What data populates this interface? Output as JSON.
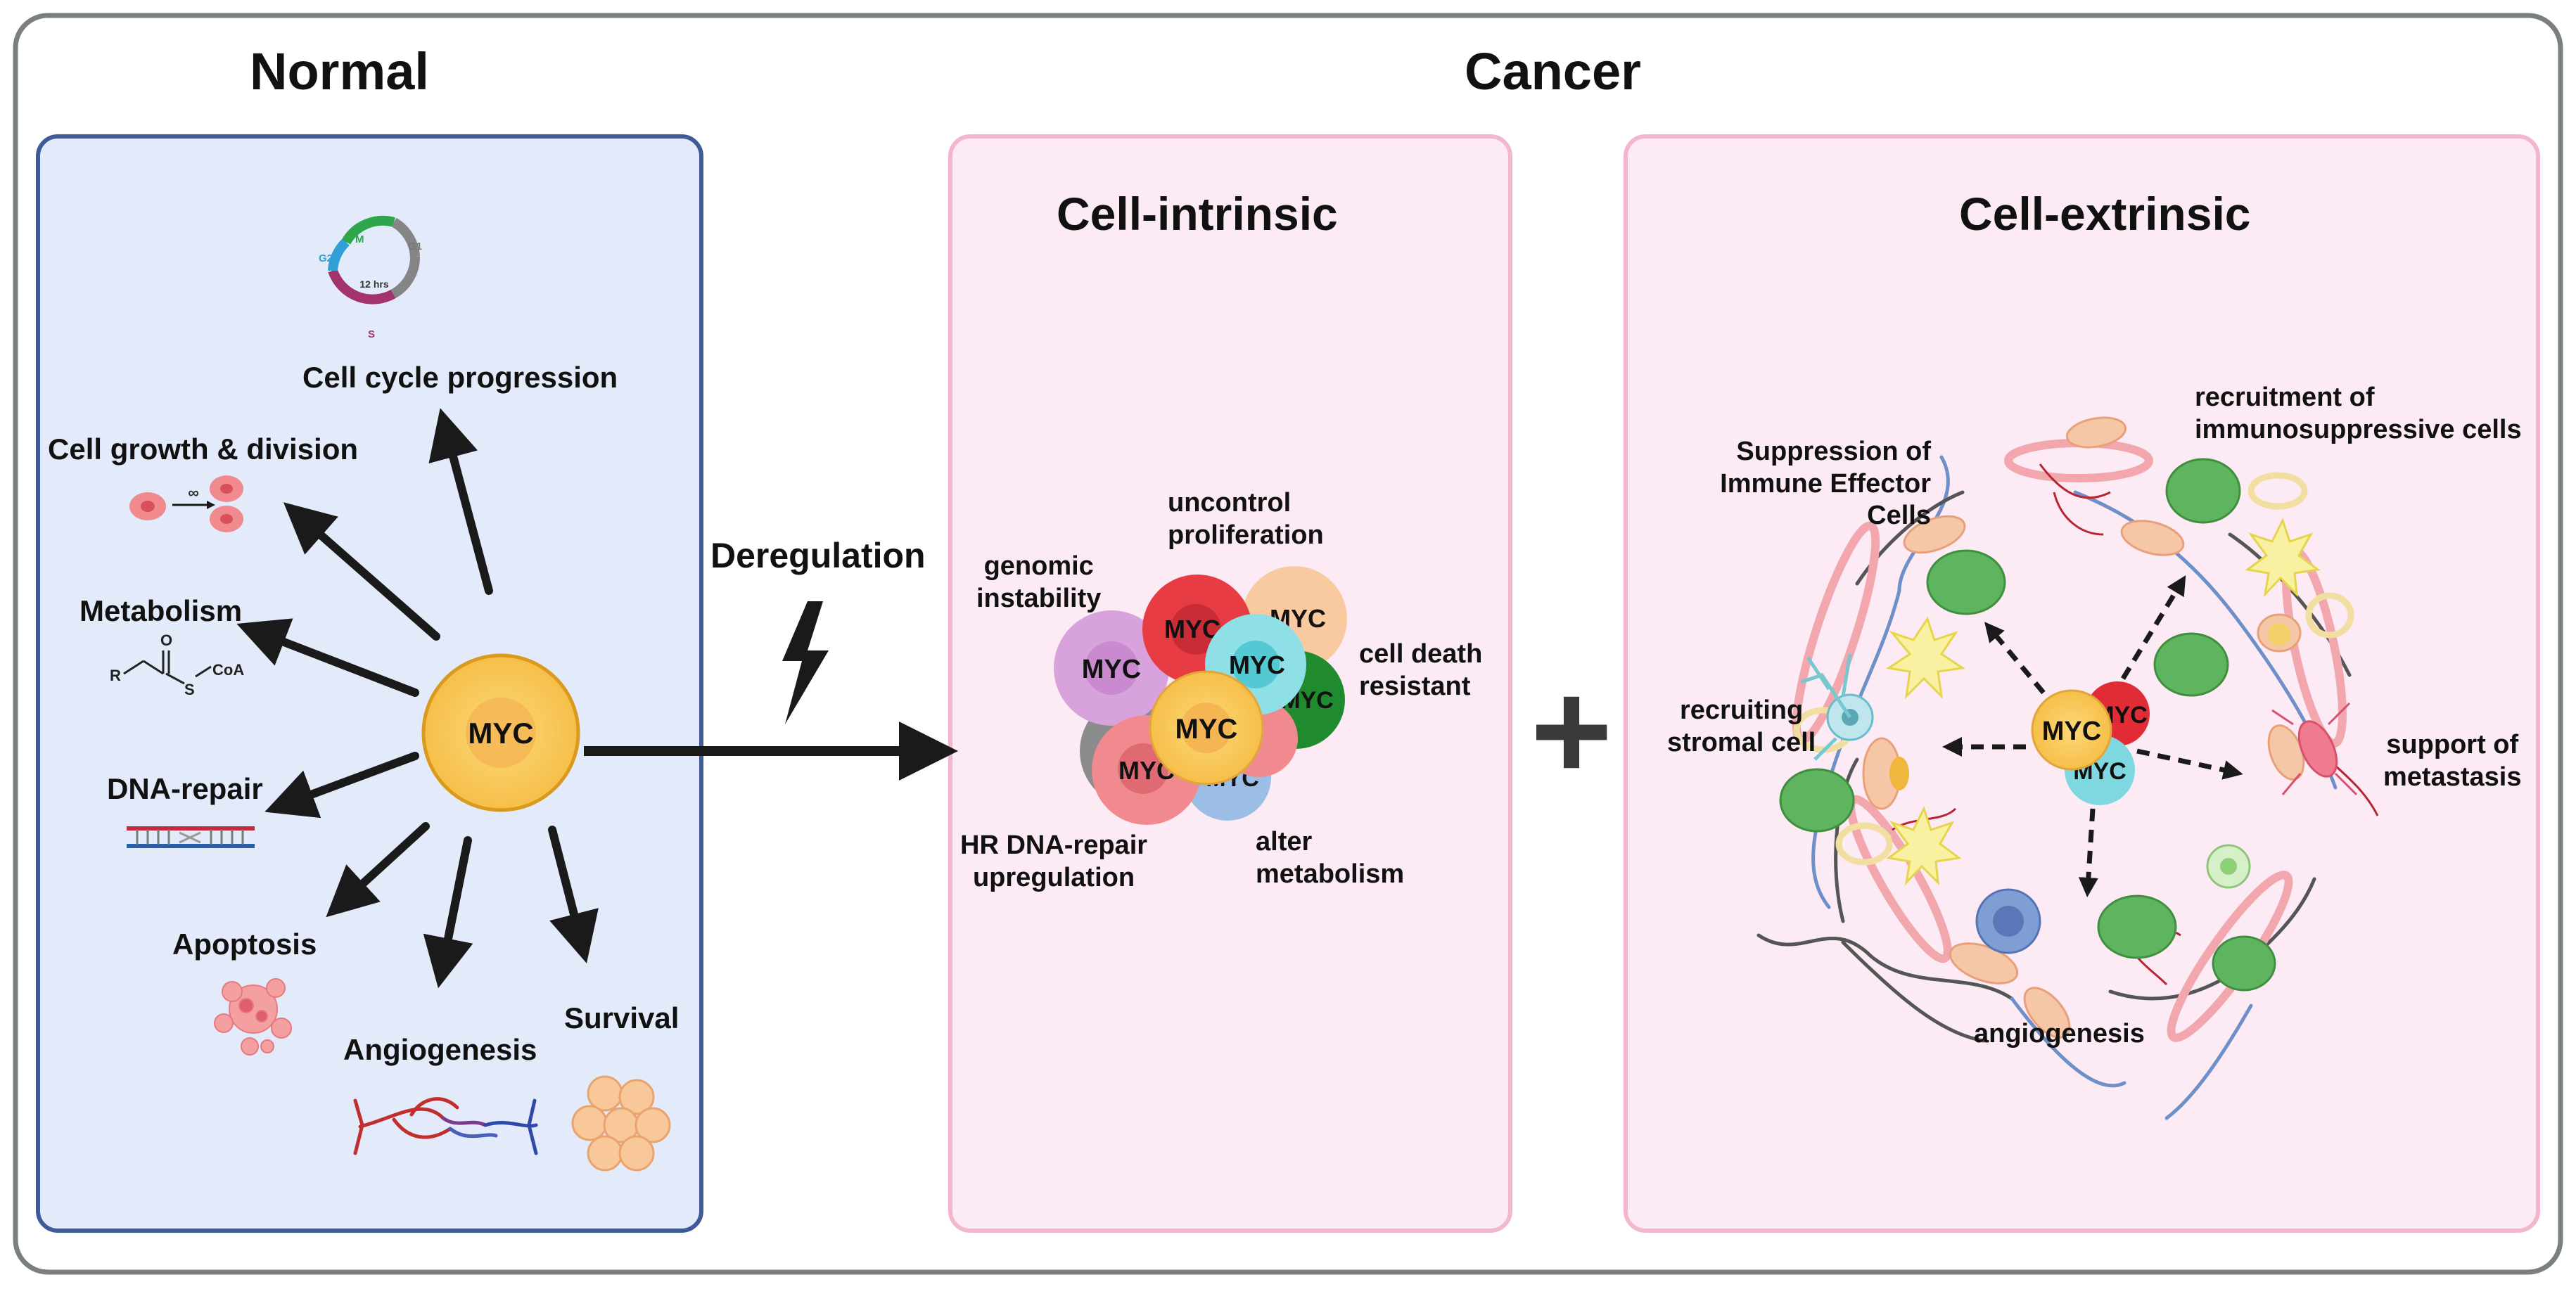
{
  "titles": {
    "normal": "Normal",
    "cancer": "Cancer"
  },
  "panels": {
    "intrinsic": "Cell-intrinsic",
    "extrinsic": "Cell-extrinsic"
  },
  "normal": {
    "center": "MYC",
    "cycle": {
      "center": "12 hrs",
      "m": "M",
      "g1": "G1",
      "g2": "G2",
      "s": "S"
    },
    "metabolism_formula": {
      "r": "R",
      "o": "O",
      "s": "S",
      "coa": "CoA"
    },
    "functions": [
      "Cell cycle progression",
      "Cell growth & division",
      "Metabolism",
      "DNA-repair",
      "Apoptosis",
      "Angiogenesis",
      "Survival"
    ]
  },
  "deregulation": "Deregulation",
  "plus": "+",
  "intrinsic": {
    "cell_label": "MYC",
    "labels": [
      "genomic\ninstability",
      "uncontrol\nproliferation",
      "cell death\nresistant",
      "HR DNA-repair\nupregulation",
      "alter\nmetabolism"
    ]
  },
  "extrinsic": {
    "cell_label": "MYC",
    "labels": [
      "Suppression of\nImmune Effector Cells",
      "recruitment of\nimmunosuppressive cells",
      "recruiting\nstromal cell",
      "support of\nmetastasis",
      "angiogenesis"
    ]
  },
  "colors": {
    "normal_bg": "#e3ebfa",
    "normal_border": "#3e5a97",
    "cancer_bg": "#fcebf4",
    "cancer_border": "#f2b7cf",
    "myc_yellow": "#fbd46a"
  }
}
